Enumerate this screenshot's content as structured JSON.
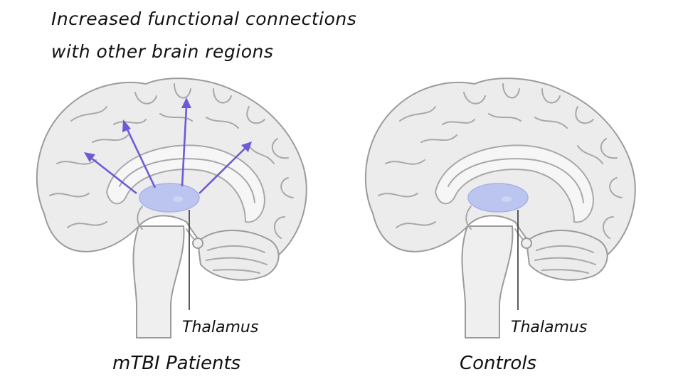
{
  "heading": {
    "line1": "Increased functional connections",
    "line2": "with other brain regions"
  },
  "panels": [
    {
      "caption": "mTBI Patients",
      "label": "Thalamus",
      "connection_arrows": 4
    },
    {
      "caption": "Controls",
      "label": "Thalamus",
      "connection_arrows": 0
    }
  ],
  "colors": {
    "thalamus": "#b8c2f0",
    "arrows": "#7059d6",
    "brain": "#ececec",
    "outline": "#9b9b9b"
  }
}
